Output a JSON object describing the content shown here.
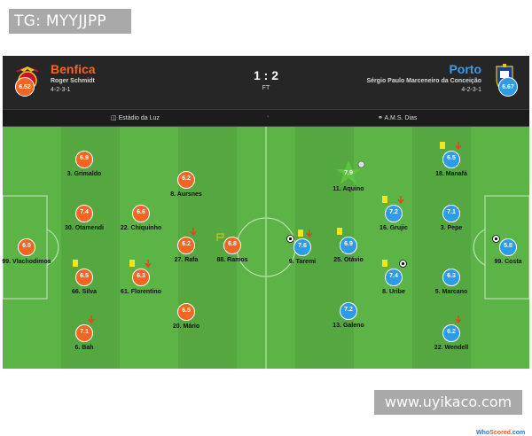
{
  "watermark_top": "TG: MYYJJPP",
  "watermark_bottom": "www.uyikaco.com",
  "colors": {
    "home": "#f26522",
    "away": "#2e9be6",
    "pitch_light": "#5cb346",
    "pitch_dark": "#54a83f",
    "card_yellow": "#f5e31b",
    "sub_arrow": "#e8401c",
    "motm": "#5ac53f"
  },
  "match": {
    "home": {
      "name": "Benfica",
      "coach": "Roger Schmidt",
      "formation": "4-2-3-1",
      "rating": "6.52"
    },
    "away": {
      "name": "Porto",
      "coach": "Sérgio Paulo Marceneiro da Conceição",
      "formation": "4-2-3-1",
      "rating": "6.67"
    },
    "score": "1 : 2",
    "status": "FT",
    "venue": "Estádio da Luz",
    "separator": "·",
    "referee": "A.M.S. Dias"
  },
  "brand": {
    "part1": "Who",
    "part2": "Scored",
    "part3": ".com"
  },
  "players": [
    {
      "team": "home",
      "rating": "6.0",
      "name": "99. Vlachodimos",
      "icons": []
    },
    {
      "team": "home",
      "rating": "6.9",
      "name": "3. Grimaldo",
      "icons": []
    },
    {
      "team": "home",
      "rating": "7.4",
      "name": "30. Otamendi",
      "icons": []
    },
    {
      "team": "home",
      "rating": "6.5",
      "name": "66. Silva",
      "icons": [
        "yellow-card"
      ]
    },
    {
      "team": "home",
      "rating": "7.1",
      "name": "6. Bah",
      "icons": [
        "sub-off"
      ]
    },
    {
      "team": "home",
      "rating": "6.6",
      "name": "22. Chiquinho",
      "icons": []
    },
    {
      "team": "home",
      "rating": "6.3",
      "name": "61. Florentino",
      "icons": [
        "yellow-card",
        "sub-off"
      ]
    },
    {
      "team": "home",
      "rating": "6.2",
      "name": "8. Aursnes",
      "icons": []
    },
    {
      "team": "home",
      "rating": "6.2",
      "name": "27. Rafa",
      "icons": [
        "sub-off"
      ]
    },
    {
      "team": "home",
      "rating": "6.5",
      "name": "20. Mário",
      "icons": []
    },
    {
      "team": "home",
      "rating": "6.8",
      "name": "88. Ramos",
      "icons": [
        "flag"
      ]
    },
    {
      "team": "away",
      "rating": "7.6",
      "name": "9. Taremi",
      "icons": [
        "ball",
        "yellow-card",
        "sub-off"
      ]
    },
    {
      "team": "away",
      "rating": "7.9",
      "name": "11. Aquino",
      "icons": [
        "assist"
      ],
      "motm": true
    },
    {
      "team": "away",
      "rating": "6.9",
      "name": "25. Otávio",
      "icons": [
        "yellow-card"
      ]
    },
    {
      "team": "away",
      "rating": "7.2",
      "name": "13. Galeno",
      "icons": []
    },
    {
      "team": "away",
      "rating": "7.2",
      "name": "16. Grujic",
      "icons": [
        "yellow-card",
        "sub-off"
      ]
    },
    {
      "team": "away",
      "rating": "7.4",
      "name": "8. Uribe",
      "icons": [
        "yellow-card",
        "ball"
      ]
    },
    {
      "team": "away",
      "rating": "6.5",
      "name": "18. Manafá",
      "icons": [
        "yellow-card",
        "sub-off"
      ]
    },
    {
      "team": "away",
      "rating": "7.1",
      "name": "3. Pepe",
      "icons": []
    },
    {
      "team": "away",
      "rating": "6.3",
      "name": "5. Marcano",
      "icons": []
    },
    {
      "team": "away",
      "rating": "6.2",
      "name": "22. Wendell",
      "icons": [
        "sub-off"
      ]
    },
    {
      "team": "away",
      "rating": "5.8",
      "name": "99. Costa",
      "icons": [
        "ball"
      ]
    }
  ]
}
